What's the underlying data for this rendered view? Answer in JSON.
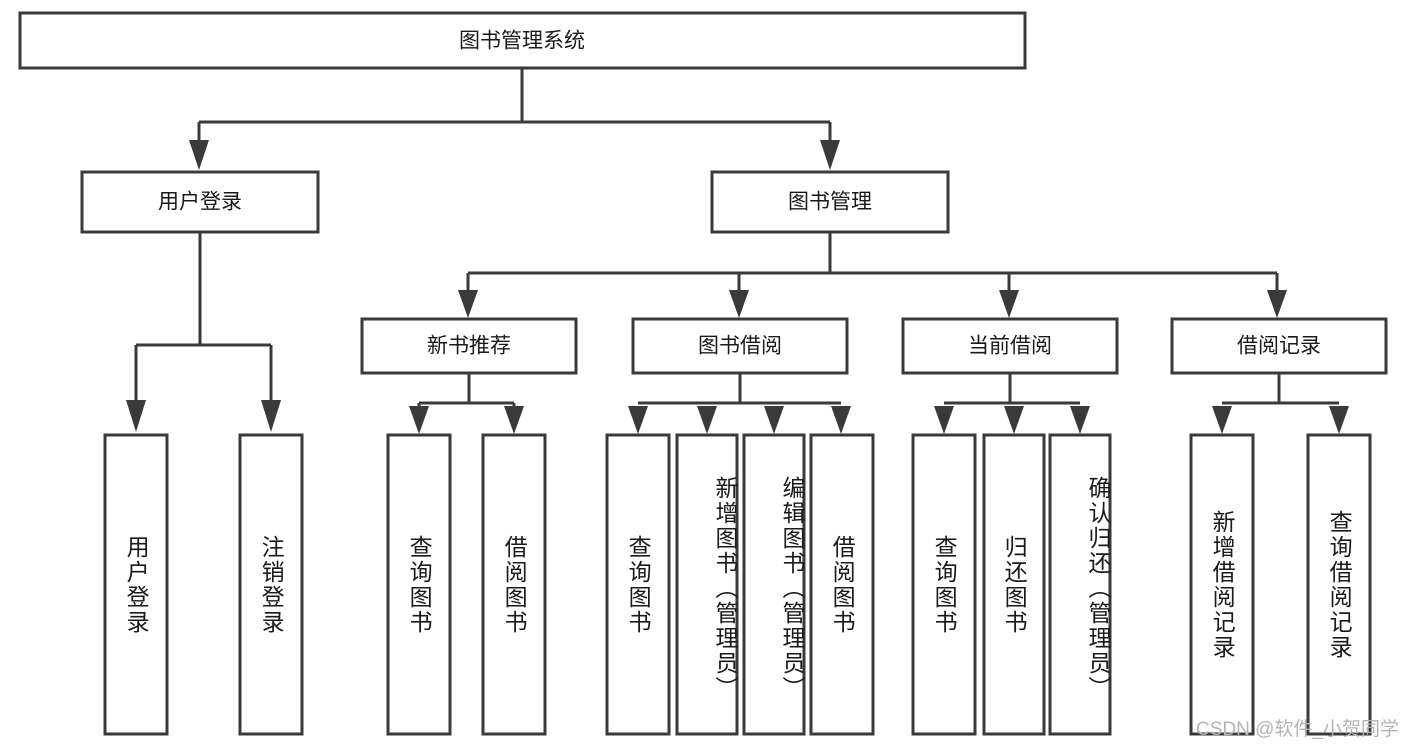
{
  "diagram": {
    "title": "图书管理系统",
    "type": "tree-hierarchy-diagram",
    "root": {
      "label": "图书管理系统"
    },
    "level2": [
      {
        "label": "用户登录"
      },
      {
        "label": "图书管理"
      }
    ],
    "level3": [
      {
        "label": "新书推荐"
      },
      {
        "label": "图书借阅"
      },
      {
        "label": "当前借阅"
      },
      {
        "label": "借阅记录"
      }
    ],
    "leaves": {
      "user_login": [
        {
          "label": "用户登录"
        },
        {
          "label": "注销登录"
        }
      ],
      "new_book_recommend": [
        {
          "label": "查询图书"
        },
        {
          "label": "借阅图书"
        }
      ],
      "book_borrow": [
        {
          "label": "查询图书"
        },
        {
          "label": "新增图书（管理员）"
        },
        {
          "label": "编辑图书（管理员）"
        },
        {
          "label": "借阅图书"
        }
      ],
      "current_borrow": [
        {
          "label": "查询图书"
        },
        {
          "label": "归还图书"
        },
        {
          "label": "确认归还（管理员）"
        }
      ],
      "borrow_record": [
        {
          "label": "新增借阅记录"
        },
        {
          "label": "查询借阅记录"
        }
      ]
    }
  },
  "watermark": {
    "text": "CSDN @软件_小贺同学"
  },
  "colors": {
    "box_stroke": "#3a3a3a",
    "box_fill": "#ffffff",
    "text": "#1a1a1a",
    "watermark": "#b4b4b4",
    "background": "#ffffff"
  }
}
